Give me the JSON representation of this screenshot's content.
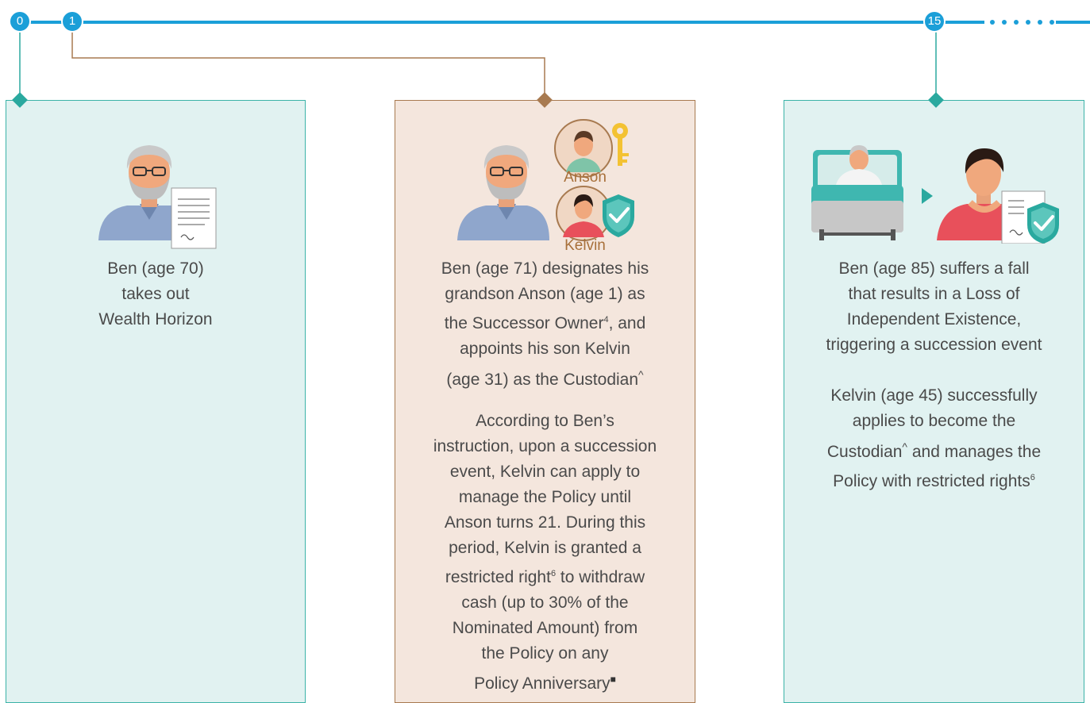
{
  "timeline": {
    "markers": [
      {
        "label": "0"
      },
      {
        "label": "1"
      },
      {
        "label": "15"
      }
    ],
    "colors": {
      "line": "#1b9fd8",
      "teal": "#2aa99f",
      "brown": "#a87a50"
    }
  },
  "cards": [
    {
      "text": "Ben (age 70)\ntakes out\nWealth Horizon"
    },
    {
      "labels": {
        "grandson": "Anson",
        "son": "Kelvin"
      },
      "text_1_pre": "Ben (age 71) designates his\ngrandson Anson (age 1) as\nthe Successor Owner",
      "text_1_sup": "4",
      "text_1_mid": ", and\nappoints his son Kelvin\n(age 31) as the Custodian",
      "text_1_caret": "^",
      "text_2_pre": "According to Ben’s\ninstruction, upon a succession\nevent, Kelvin can apply to\nmanage the Policy until\nAnson turns 21. During this\nperiod, Kelvin is granted a\nrestricted right",
      "text_2_sup": "6",
      "text_2_post": " to withdraw\ncash (up to 30% of the\nNominated Amount) from\nthe Policy on any\nPolicy Anniversary",
      "text_2_mark": "■"
    },
    {
      "text_1": "Ben (age 85) suffers a fall\nthat results in a Loss of\nIndependent Existence,\ntriggering a succession event",
      "text_2_pre": "Kelvin (age 45) successfully\napplies to become the\nCustodian",
      "text_2_caret": "^",
      "text_2_post": " and manages the\nPolicy with restricted rights",
      "text_2_sup": "6"
    }
  ]
}
